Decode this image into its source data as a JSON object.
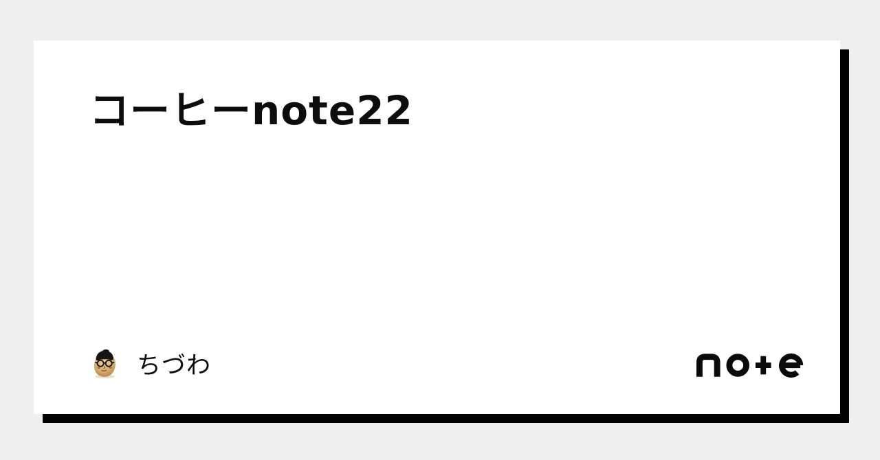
{
  "colors": {
    "background": "#efefef",
    "card": "#ffffff",
    "shadow": "#000000",
    "text": "#0d0d0d",
    "logo": "#0b0b0b"
  },
  "card": {
    "title": "コーヒーnote22",
    "author": {
      "name": "ちづわ",
      "avatar_icon": "potato-face-avatar"
    },
    "brand": {
      "logo_text": "note"
    }
  }
}
